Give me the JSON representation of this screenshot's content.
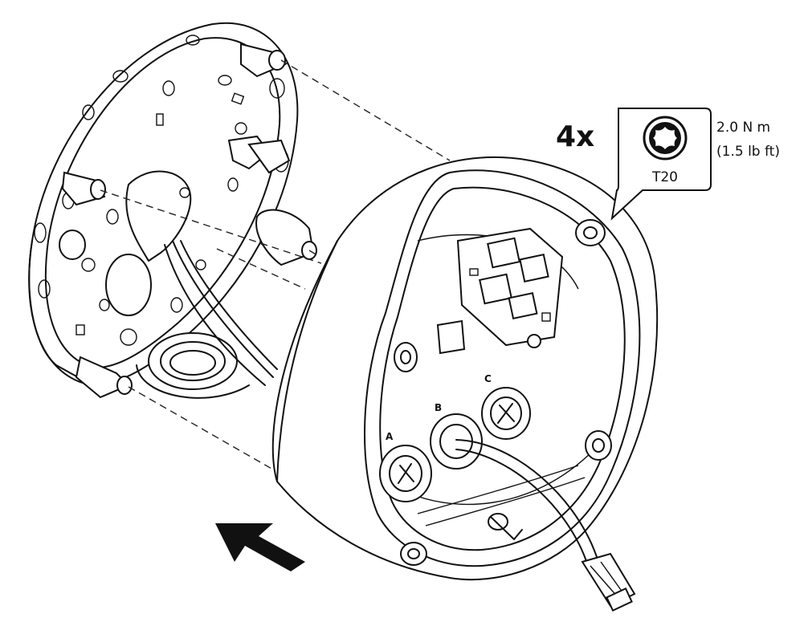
{
  "callout": {
    "quantity": "4x",
    "bit": "T20",
    "torque_metric": "2.0 N m",
    "torque_imperial": "(1.5 lb ft)"
  },
  "ports": {
    "a": "A",
    "b": "B",
    "c": "C"
  },
  "colors": {
    "line": "#111111",
    "background": "#ffffff"
  },
  "icons": {
    "screw_head": "torx-screw-icon",
    "direction": "arrow-icon"
  }
}
